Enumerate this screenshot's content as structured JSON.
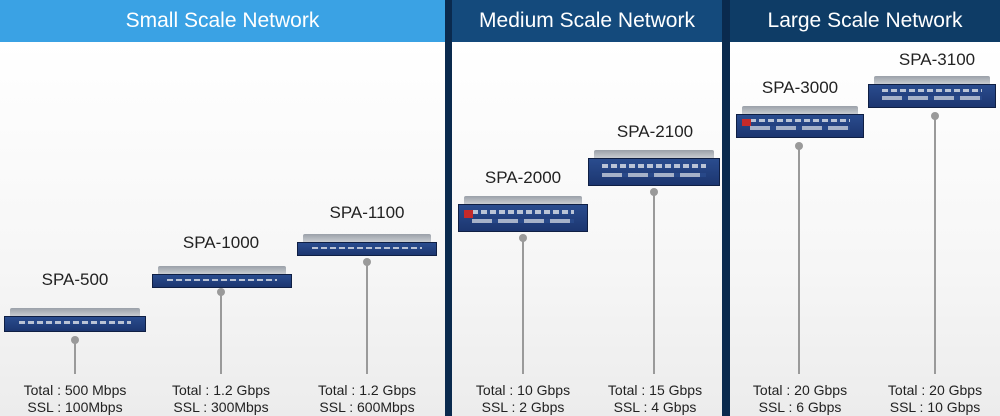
{
  "sections": [
    {
      "title": "Small Scale Network"
    },
    {
      "title": "Medium Scale Network"
    },
    {
      "title": "Large Scale Network"
    }
  ],
  "devices": [
    {
      "model": "SPA-500",
      "total": "Total : 500 Mbps",
      "ssl": "SSL : 100Mbps"
    },
    {
      "model": "SPA-1000",
      "total": "Total : 1.2 Gbps",
      "ssl": "SSL : 300Mbps"
    },
    {
      "model": "SPA-1100",
      "total": "Total : 1.2 Gbps",
      "ssl": "SSL : 600Mbps"
    },
    {
      "model": "SPA-2000",
      "total": "Total : 10 Gbps",
      "ssl": "SSL : 2 Gbps"
    },
    {
      "model": "SPA-2100",
      "total": "Total : 15 Gbps",
      "ssl": "SSL : 4 Gbps"
    },
    {
      "model": "SPA-3000",
      "total": "Total : 20 Gbps",
      "ssl": "SSL : 6 Gbps"
    },
    {
      "model": "SPA-3100",
      "total": "Total : 20 Gbps",
      "ssl": "SSL : 10 Gbps"
    }
  ]
}
